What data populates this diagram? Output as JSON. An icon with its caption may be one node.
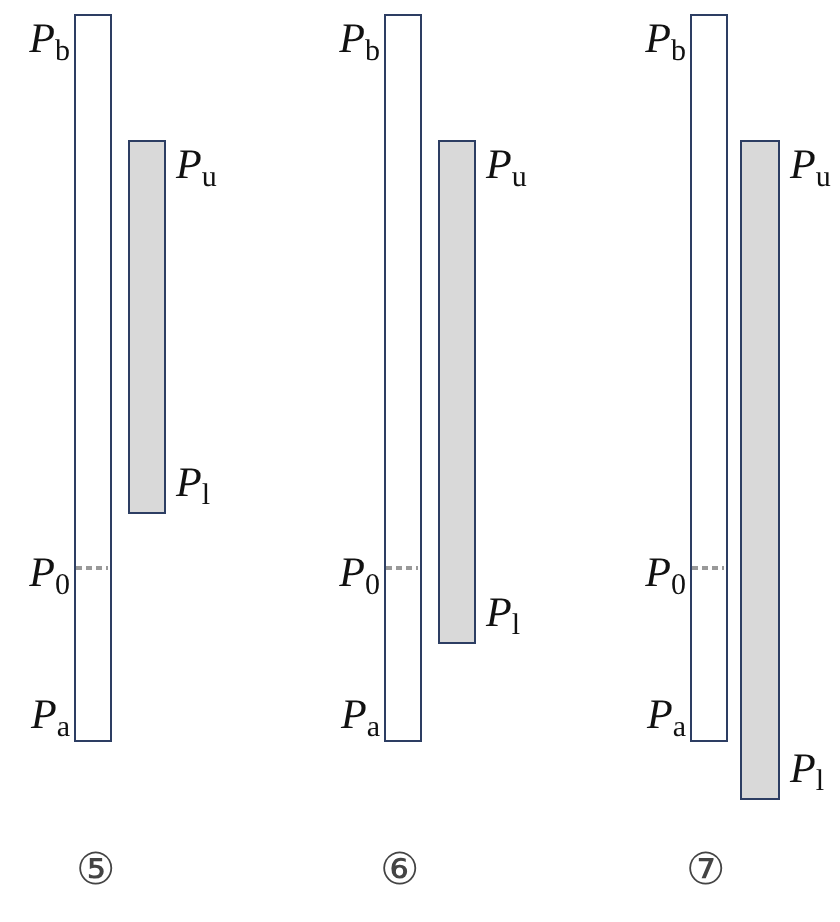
{
  "diagram": {
    "nodes": [
      {
        "text": [],
        "shape": "bar",
        "beside": [
          "*P*$_{b}$",
          "*P*$_{0}$",
          "*P*$_{a}$"
        ]
      },
      {
        "text": [],
        "shape": "bar",
        "beside": [
          "*P*$_{u}$",
          "*P*$_{l}$"
        ]
      },
      {
        "text": [],
        "shape": "bar",
        "beside": [
          "*P*$_{b}$",
          "*P*$_{0}$",
          "*P*$_{a}$"
        ]
      },
      {
        "text": [],
        "shape": "bar",
        "beside": [
          "*P*$_{u}$",
          "*P*$_{l}$"
        ]
      },
      {
        "text": [],
        "shape": "bar",
        "beside": [
          "*P*$_{b}$",
          "*P*$_{0}$",
          "*P*$_{a}$"
        ]
      },
      {
        "text": [],
        "shape": "bar",
        "beside": [
          "*P*$_{u}$",
          "*P*$_{l}$"
        ]
      }
    ],
    "labels": [
      "⑤",
      "⑥",
      "⑦"
    ]
  }
}
